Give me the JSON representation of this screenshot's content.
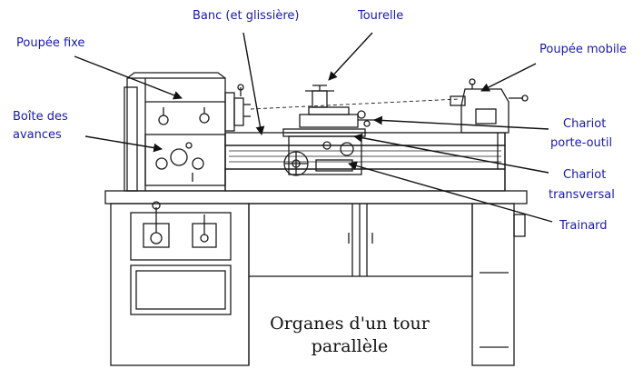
{
  "colors": {
    "label_text": "#1a1aa8",
    "caption_text": "#111111",
    "line_drawing": "#1c1c1c",
    "arrow": "#111111",
    "background": "#ffffff"
  },
  "labels": {
    "poupee_fixe": "Poupée fixe",
    "banc": "Banc (et glissière)",
    "tourelle": "Tourelle",
    "poupee_mobile": "Poupée mobile",
    "boite_line1": "Boîte des",
    "boite_line2": "avances",
    "chariot_porte_line1": "Chariot",
    "chariot_porte_line2": "porte-outil",
    "chariot_trans_line1": "Chariot",
    "chariot_trans_line2": "transversal",
    "trainard": "Trainard"
  },
  "caption": {
    "line1": "Organes d'un tour",
    "line2": "parallèle"
  }
}
